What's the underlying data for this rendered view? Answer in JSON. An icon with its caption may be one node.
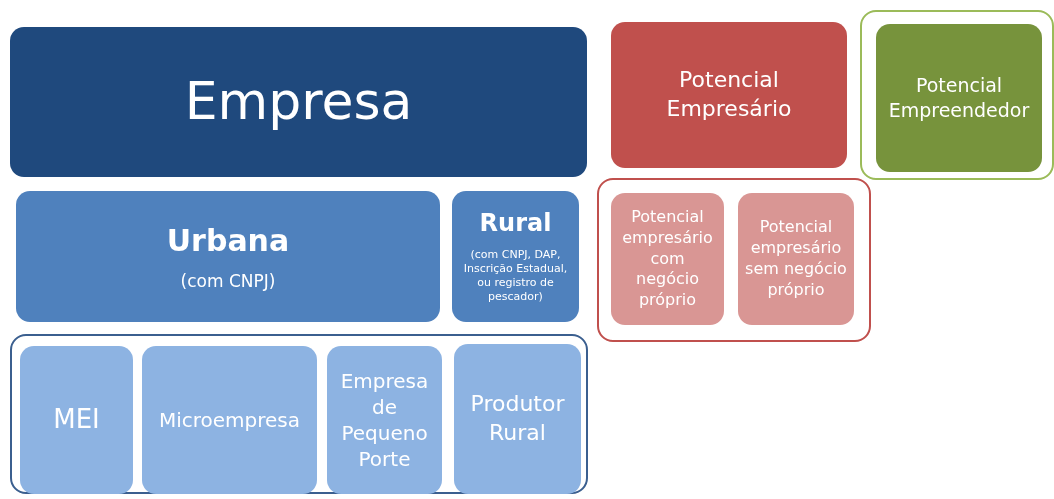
{
  "diagram": {
    "nodes": [
      {
        "text": [
          "Empresa"
        ]
      },
      {
        "text": [
          "Urbana",
          "(com CNPJ)"
        ]
      },
      {
        "text": [
          "Rural",
          "(com CNPJ, DAP, Inscrição Estadual, ou registro de pescador)"
        ]
      },
      {
        "text": [],
        "shape": "box"
      },
      {
        "text": [
          "MEI"
        ],
        "in": 3
      },
      {
        "text": [
          "Microempresa"
        ],
        "in": 3
      },
      {
        "text": [
          "Empresa de Pequeno Porte"
        ],
        "in": 3
      },
      {
        "text": [
          "Produtor Rural"
        ],
        "in": 3
      },
      {
        "text": [
          "Potencial Empresário"
        ]
      },
      {
        "text": [],
        "shape": "box"
      },
      {
        "text": [
          "Potencial empresário com negócio próprio"
        ],
        "in": 9
      },
      {
        "text": [
          "Potencial empresário sem negócio próprio"
        ],
        "in": 9
      },
      {
        "text": [],
        "shape": "box"
      },
      {
        "text": [
          "Potencial Empreendedor"
        ],
        "in": 12
      }
    ]
  }
}
